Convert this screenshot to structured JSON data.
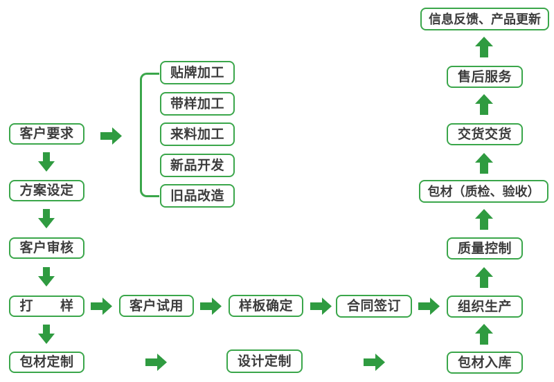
{
  "diagram": {
    "colors": {
      "arrow": "#2f9b40",
      "border": "#3aa64a",
      "text": "#3c3c3c",
      "background": "#ffffff"
    },
    "boxes": {
      "customer_request": "客户要求",
      "plan_setting": "方案设定",
      "customer_review": "客户审核",
      "sampling": "打　　样",
      "packaging_customization": "包材定制",
      "oem_processing": "贴牌加工",
      "sample_processing": "带样加工",
      "incoming_material_processing": "来料加工",
      "new_product_development": "新品开发",
      "old_product_rework": "旧品改造",
      "customer_trial": "客户试用",
      "sample_confirmation": "样板确定",
      "contract_signing": "合同签订",
      "production_organization": "组织生产",
      "design_customization": "设计定制",
      "packaging_warehousing": "包材入库",
      "quality_control": "质量控制",
      "packaging_inspection": "包材（质检、验收）",
      "delivery": "交货交货",
      "after_sales_service": "售后服务",
      "feedback_update": "信息反馈、产品更新"
    }
  }
}
